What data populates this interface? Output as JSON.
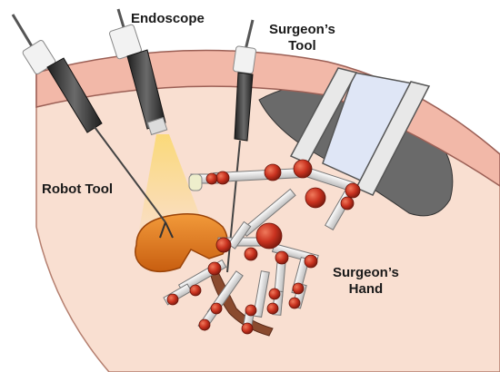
{
  "labels": {
    "endoscope": "Endoscope",
    "surgeons_tool_line1": "Surgeon’s",
    "surgeons_tool_line2": "Tool",
    "robot_tool": "Robot Tool",
    "surgeons_hand_line1": "Surgeon’s",
    "surgeons_hand_line2": "Hand"
  },
  "colors": {
    "tissue": "#f9dfd1",
    "wall": "#f2b8a8",
    "wall_edge": "#9b5f55",
    "organ_dark": "#6a6a6a",
    "tumor": "#e07a1c",
    "tumor_edge": "#9a4308",
    "instrument": "#3a3a3a",
    "cap": "#f2f2f2",
    "light_glow": "#fbd86a",
    "joint": "#c9321f",
    "link": "#eeeeee",
    "arm_glass": "#dfe6f6",
    "nerve": "#8a4a2e"
  },
  "icons": {
    "endoscope": "endoscope-icon",
    "robot_tool": "robot-tool-icon",
    "surgeons_tool": "surgeon-tool-icon",
    "surgeons_hand": "robotic-hand-icon"
  }
}
